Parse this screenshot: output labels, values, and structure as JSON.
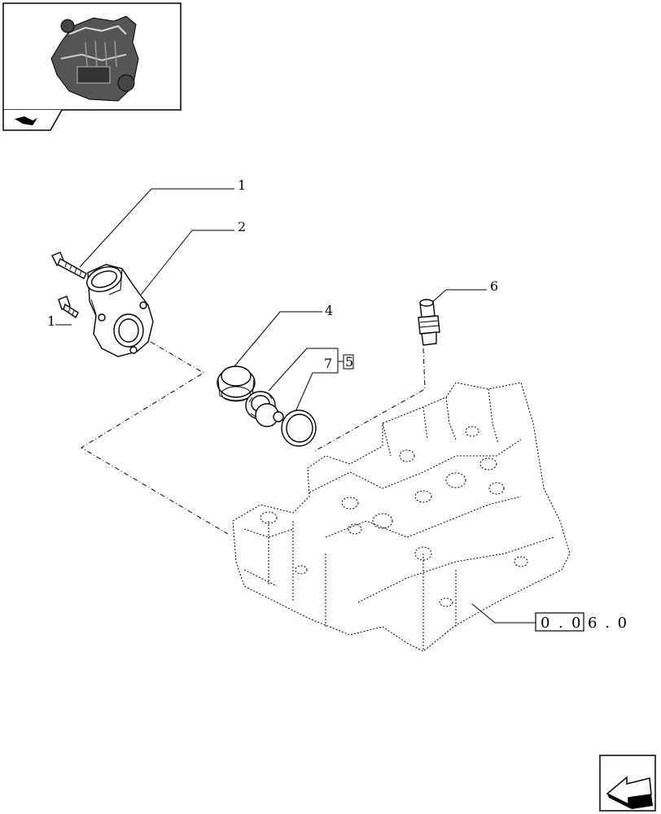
{
  "callouts": {
    "c1a": "1",
    "c1b": "1",
    "c2": "2",
    "c4": "4",
    "c5": "5",
    "c6": "6",
    "c7": "7"
  },
  "reference": {
    "boxed_1": "0",
    "boxed_2": "0",
    "rest": "6 . 0",
    "sep": "."
  },
  "icons": {
    "thumbnail": "engine-thumbnail-icon",
    "small_nav": "book-arrow-icon",
    "next": "next-page-arrow-icon"
  }
}
